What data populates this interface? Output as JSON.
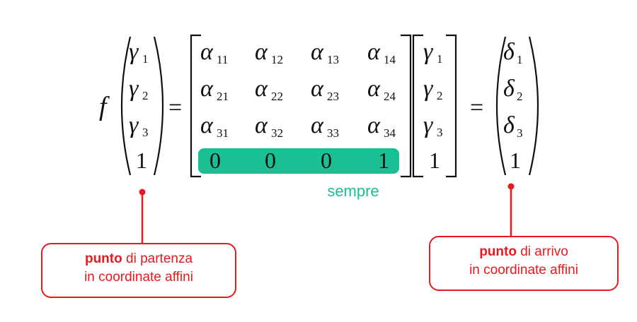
{
  "equation": {
    "function_symbol": "f",
    "gamma": "γ",
    "alpha": "α",
    "delta": "δ",
    "equals": "=",
    "input_vector_subscripts": [
      "1",
      "2",
      "3"
    ],
    "input_vector_last": "1",
    "matrix_subscripts": [
      [
        "11",
        "12",
        "13",
        "14"
      ],
      [
        "21",
        "22",
        "23",
        "24"
      ],
      [
        "31",
        "32",
        "33",
        "34"
      ]
    ],
    "matrix_last_row": [
      "0",
      "0",
      "0",
      "1"
    ],
    "output_vector_subscripts": [
      "1",
      "2",
      "3"
    ],
    "output_vector_last": "1"
  },
  "highlight_label": "sempre",
  "callout_left": {
    "bold": "punto",
    "rest": " di partenza",
    "line2": "in coordinate affini"
  },
  "callout_right": {
    "bold": "punto",
    "rest": " di arrivo",
    "line2": "in coordinate affini"
  },
  "colors": {
    "highlight": "#1bbf94",
    "accent": "#e8191f",
    "text": "#111111"
  }
}
